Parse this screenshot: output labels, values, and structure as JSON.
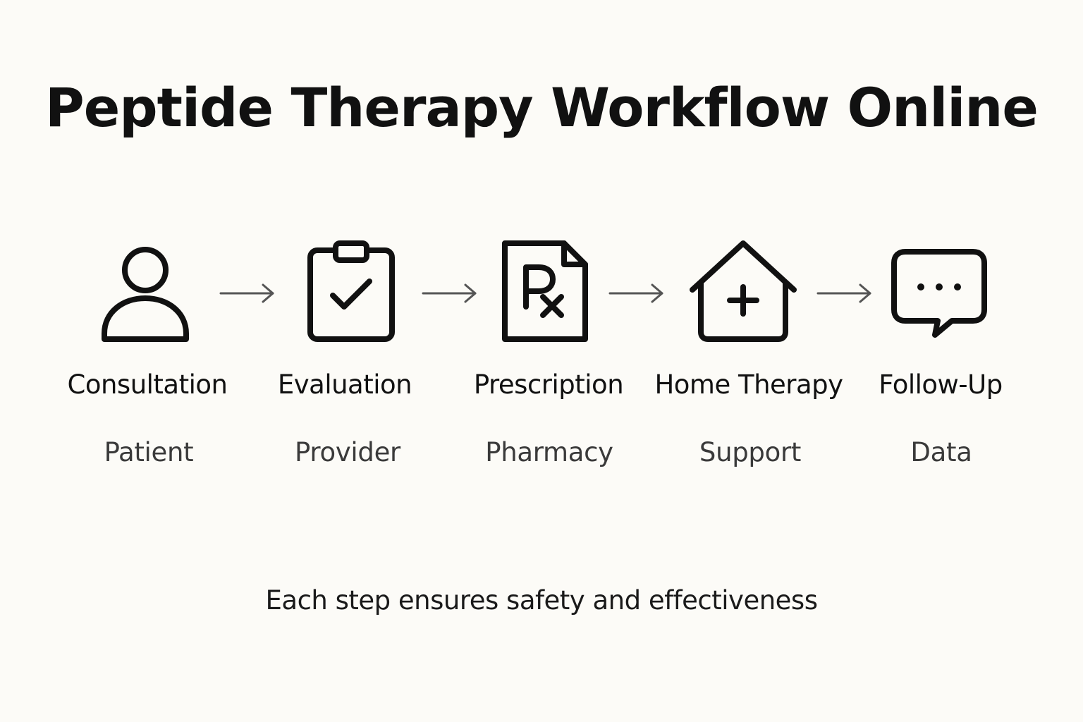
{
  "title": "Peptide Therapy Workflow Online",
  "steps": [
    {
      "icon": "person-icon",
      "label": "Consultation",
      "role": "Patient"
    },
    {
      "icon": "clipboard-check-icon",
      "label": "Evaluation",
      "role": "Provider"
    },
    {
      "icon": "prescription-icon",
      "label": "Prescription",
      "role": "Pharmacy"
    },
    {
      "icon": "home-plus-icon",
      "label": "Home Therapy",
      "role": "Support"
    },
    {
      "icon": "chat-bubble-icon",
      "label": "Follow-Up",
      "role": "Data"
    }
  ],
  "caption": "Each step ensures safety and effectiveness",
  "colors": {
    "background": "#fcfbf7",
    "icon_stroke": "#111111",
    "arrow": "#555555",
    "role_text": "#3a3a3a"
  }
}
